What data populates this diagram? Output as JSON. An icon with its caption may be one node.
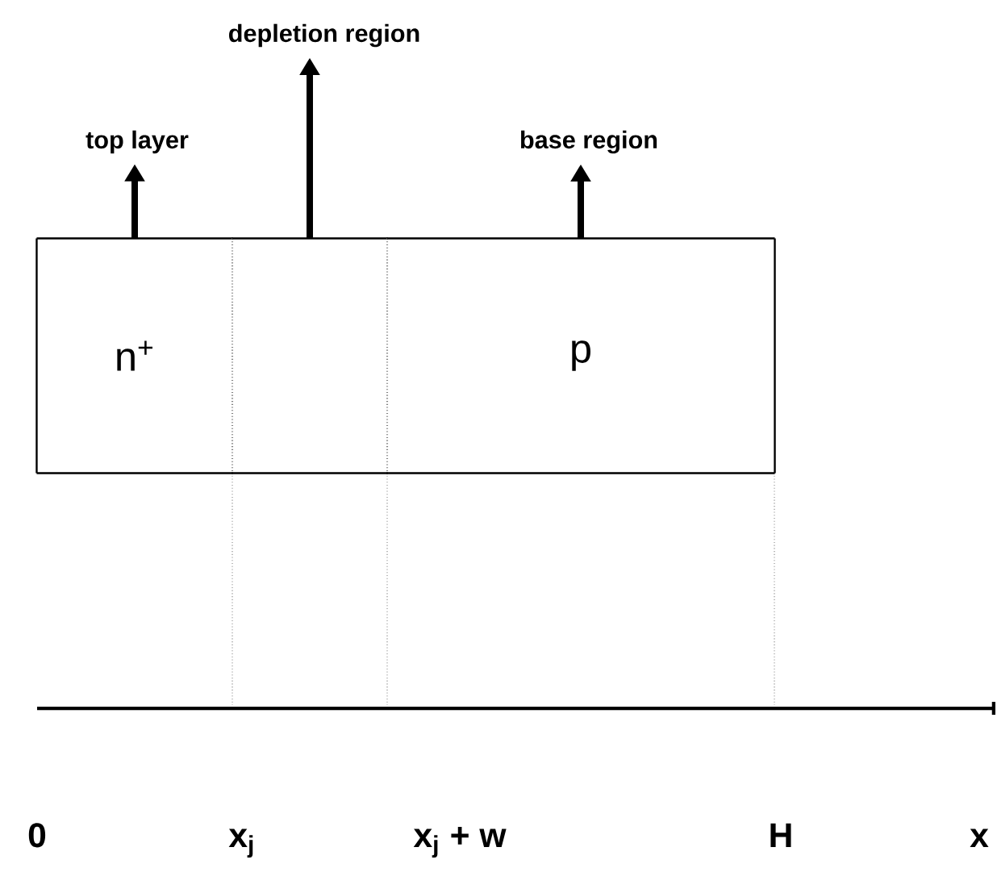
{
  "diagram": {
    "nodes": [
      {
        "text": [
          "top layer"
        ]
      },
      {
        "text": [
          "depletion region"
        ]
      },
      {
        "text": [
          "base region"
        ]
      },
      {
        "text": [
          "n$^{+}$"
        ]
      },
      {
        "text": [],
        "shape": "box"
      },
      {
        "text": [
          "p"
        ]
      }
    ],
    "edges": [
      {
        "from": 3,
        "to": 0,
        "arrow": "to"
      },
      {
        "from": 4,
        "to": 1,
        "arrow": "to"
      },
      {
        "from": 5,
        "to": 2,
        "arrow": "to"
      }
    ],
    "labels": [
      "0",
      "x$_{j}$",
      "x$_{j}$ + w",
      "H",
      "x"
    ]
  }
}
